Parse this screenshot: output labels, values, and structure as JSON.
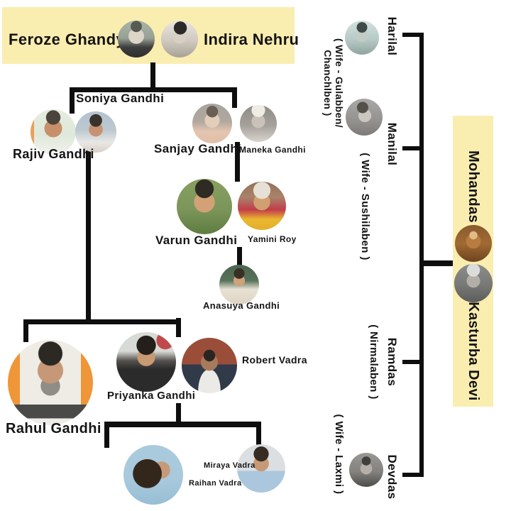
{
  "colors": {
    "banner_bg": "#faedb0",
    "line": "#0e0e0e",
    "text": "#141414",
    "page_bg": "#ffffff"
  },
  "title_banner": {
    "left_name": "Feroze Ghandy",
    "right_name": "Indira Nehru"
  },
  "nehru_tree": {
    "soniya": "Soniya Gandhi",
    "rajiv": "Rajiv Gandhi",
    "sanjay": "Sanjay Gandhi",
    "maneka": "Maneka Gandhi",
    "varun": "Varun Gandhi",
    "yamini": "Yamini Roy",
    "anasuya": "Anasuya Gandhi",
    "rahul": "Rahul Gandhi",
    "priyanka": "Priyanka Gandhi",
    "robert": "Robert Vadra",
    "miraya": "Miraya Vadra",
    "raihan": "Raihan Vadra"
  },
  "gandhi_tree": {
    "harilal": {
      "name": "Harilal",
      "wife": "( Wife - Gulabben/\nChanchlben )"
    },
    "manilal": {
      "name": "Manilal",
      "wife": "( Wife - Sushilaben )"
    },
    "couple_banner": {
      "husband": "Mohandas",
      "wife": "Kasturba Devi"
    },
    "ramdas": {
      "name": "Ramdas",
      "wife": "( Nirmalaben )"
    },
    "devdas": {
      "name": "Devdas",
      "wife": "( Wife - Laxmi )"
    }
  }
}
